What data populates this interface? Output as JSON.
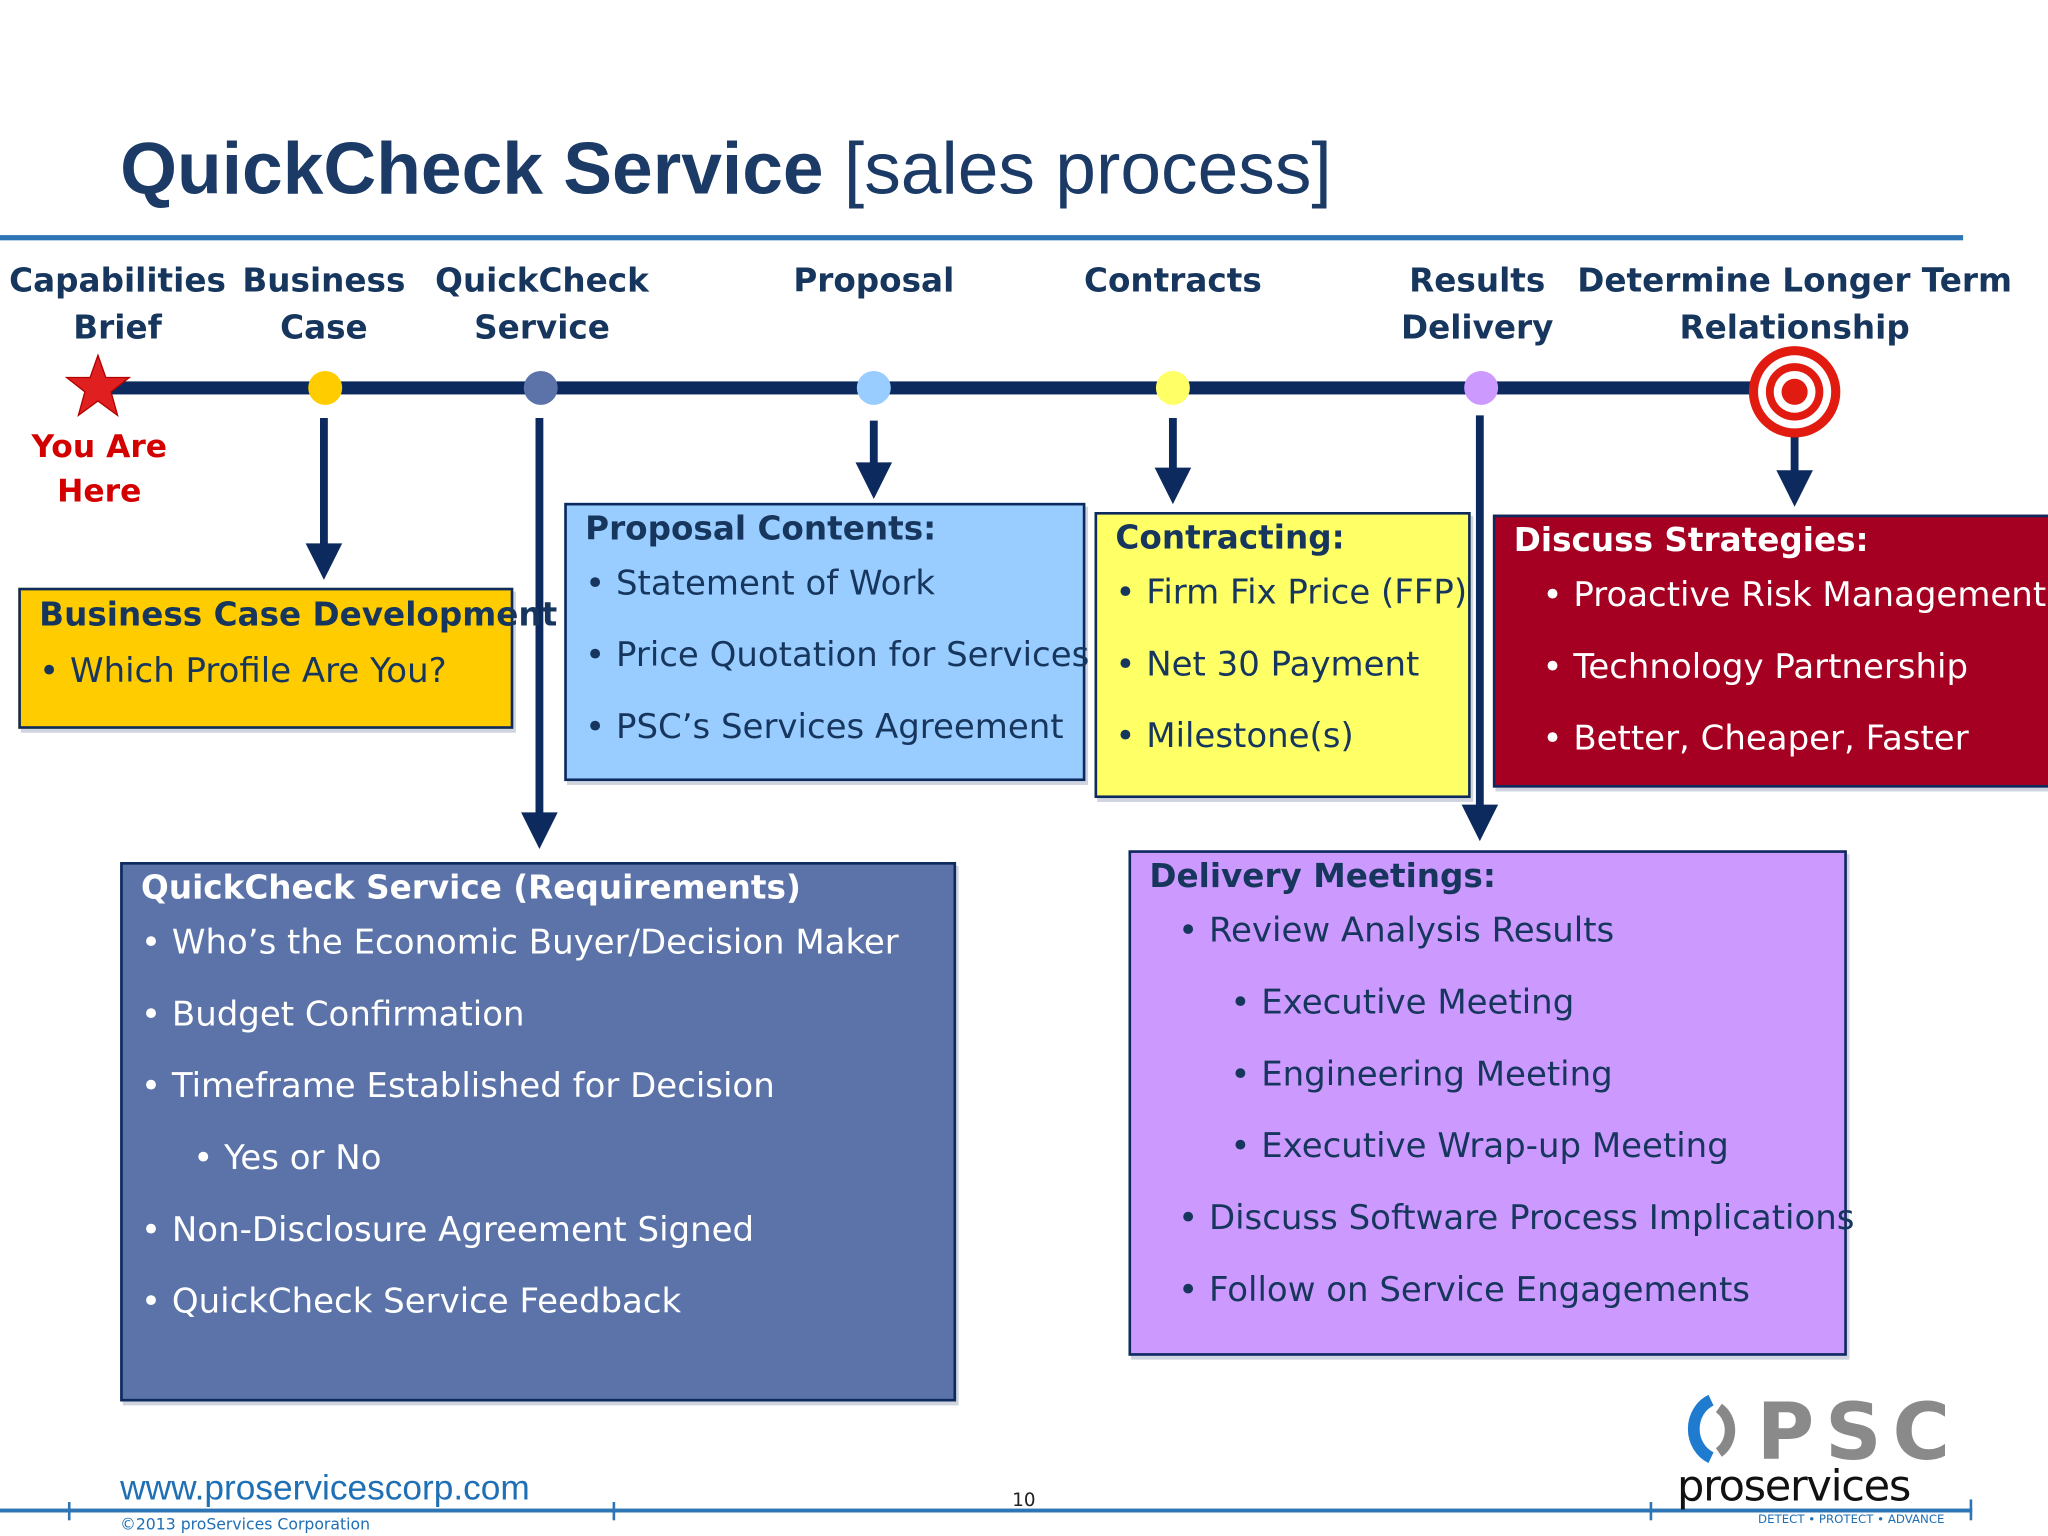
{
  "title": {
    "bold": "QuickCheck Service",
    "regular": "[sales process]"
  },
  "stages": [
    {
      "line1": "Capabilities",
      "line2": "Brief",
      "dot_color": "#e02020"
    },
    {
      "line1": "Business",
      "line2": "Case",
      "dot_color": "#ffcc00"
    },
    {
      "line1": "QuickCheck",
      "line2": "Service",
      "dot_color": "#5b73a8"
    },
    {
      "line1": "Proposal",
      "line2": "",
      "dot_color": "#99ccff"
    },
    {
      "line1": "Contracts",
      "line2": "",
      "dot_color": "#ffff66"
    },
    {
      "line1": "Results",
      "line2": "Delivery",
      "dot_color": "#cc99ff"
    },
    {
      "line1": "Determine Longer Term",
      "line2": "Relationship",
      "dot_color": "#e02020"
    }
  ],
  "you_are_here": {
    "line1": "You Are",
    "line2": "Here"
  },
  "boxes": {
    "business_case": {
      "heading": "Business Case Development",
      "bullets": [
        "Which Profile Are You?"
      ],
      "color": "#ffcc00"
    },
    "proposal": {
      "heading": "Proposal Contents:",
      "bullets": [
        "Statement of Work",
        "Price Quotation for Services",
        "PSC’s Services Agreement"
      ],
      "color": "#99ccff"
    },
    "contracting": {
      "heading": "Contracting:",
      "bullets": [
        "Firm Fix Price (FFP)",
        "Net 30 Payment",
        "Milestone(s)"
      ],
      "color": "#ffff66"
    },
    "strategies": {
      "heading": "Discuss Strategies:",
      "bullets": [
        "Proactive Risk Management",
        "Technology Partnership",
        "Better, Cheaper, Faster"
      ],
      "color": "#a50021"
    },
    "quickcheck": {
      "heading": "QuickCheck Service (Requirements)",
      "bullets": [
        "Who’s the Economic Buyer/Decision Maker",
        "Budget Confirmation",
        "Timeframe Established for Decision",
        "Yes or No",
        "Non-Disclosure Agreement Signed",
        "QuickCheck Service Feedback"
      ],
      "color": "#5b73a8"
    },
    "delivery": {
      "heading": "Delivery Meetings:",
      "bullets": [
        "Review Analysis Results",
        "Executive Meeting",
        "Engineering Meeting",
        "Executive Wrap-up Meeting",
        "Discuss Software Process Implications",
        "Follow on Service Engagements"
      ],
      "color": "#cc99ff"
    }
  },
  "footer": {
    "url": "www.proservicescorp.com",
    "copyright": "©2013 proServices Corporation",
    "page_number": "10"
  },
  "logo": {
    "mark": "PSC",
    "name": "proservices",
    "tagline": "DETECT • PROTECT • ADVANCE"
  }
}
